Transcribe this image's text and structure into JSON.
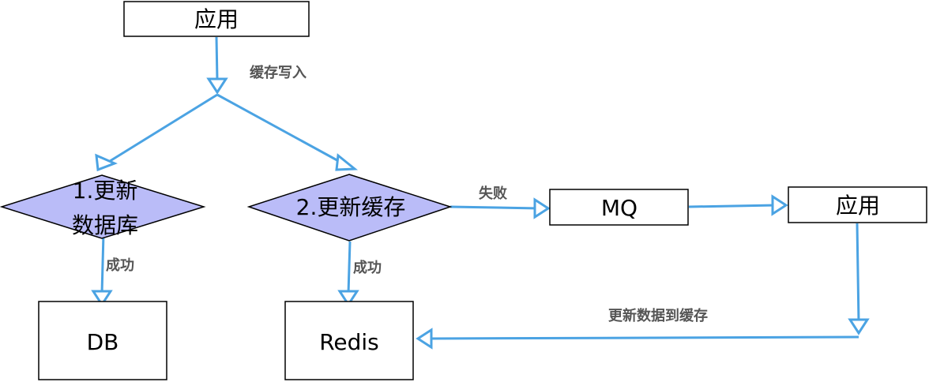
{
  "nodes": {
    "app_top": {
      "label": "应用"
    },
    "update_db": {
      "line1": "1.更新",
      "line2": "数据库"
    },
    "update_cache": {
      "label": "2.更新缓存"
    },
    "mq": {
      "label": "MQ"
    },
    "app_right": {
      "label": "应用"
    },
    "db": {
      "label": "DB"
    },
    "redis": {
      "label": "Redis"
    }
  },
  "edges": {
    "cache_write": "缓存写入",
    "fail": "失败",
    "success_db": "成功",
    "success_redis": "成功",
    "update_data_to_cache": "更新数据到缓存"
  },
  "colors": {
    "edge": "#4ba3e3",
    "diamond_fill": "#babcf8",
    "label_text": "#555555"
  }
}
